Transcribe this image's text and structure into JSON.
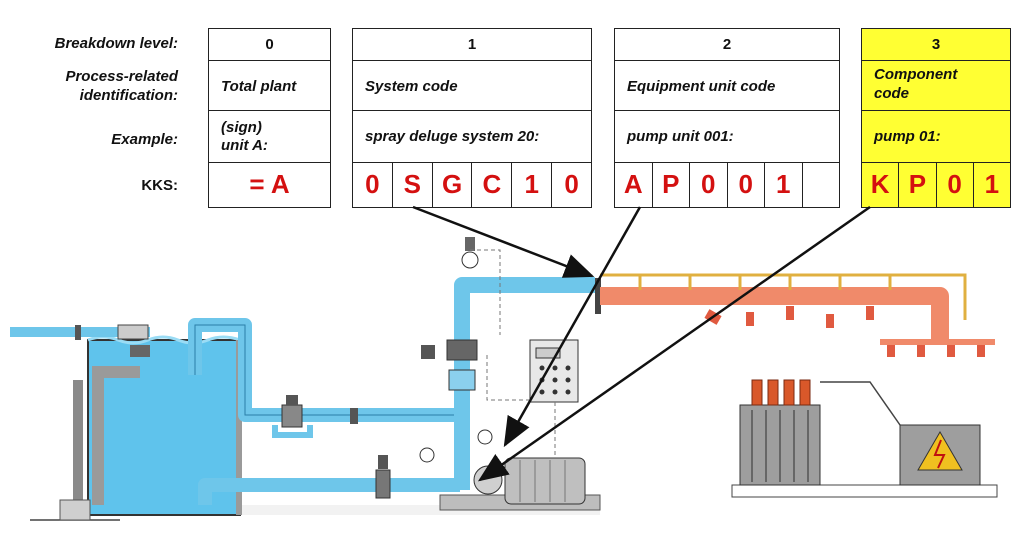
{
  "row_labels": {
    "breakdown": "Breakdown level:",
    "process_line1": "Process-related",
    "process_line2": "identification:",
    "example": "Example:",
    "kks": "KKS:"
  },
  "columns": [
    {
      "level": "0",
      "process_line1": "Total plant",
      "process_line2": "",
      "example_line1": "(sign)",
      "example_line2": "unit A:",
      "kks": [
        "= A"
      ]
    },
    {
      "level": "1",
      "process_line1": "System code",
      "process_line2": "",
      "example_line1": "spray deluge system 20:",
      "example_line2": "",
      "kks": [
        "0",
        "S",
        "G",
        "C",
        "1",
        "0"
      ]
    },
    {
      "level": "2",
      "process_line1": "Equipment unit code",
      "process_line2": "",
      "example_line1": "pump unit 001:",
      "example_line2": "",
      "kks": [
        "A",
        "P",
        "0",
        "0",
        "1",
        ""
      ]
    },
    {
      "level": "3",
      "process_line1": "Component",
      "process_line2": "code",
      "example_line1": "pump 01:",
      "example_line2": "",
      "kks": [
        "K",
        "P",
        "0",
        "1"
      ]
    }
  ],
  "colors": {
    "highlight": "#ffff33",
    "kks_text": "#d41010",
    "water": "#5fc3ec",
    "pipe": "#6ec6ea",
    "hot_pipe": "#f08a6a",
    "cable": "#e0b040"
  }
}
